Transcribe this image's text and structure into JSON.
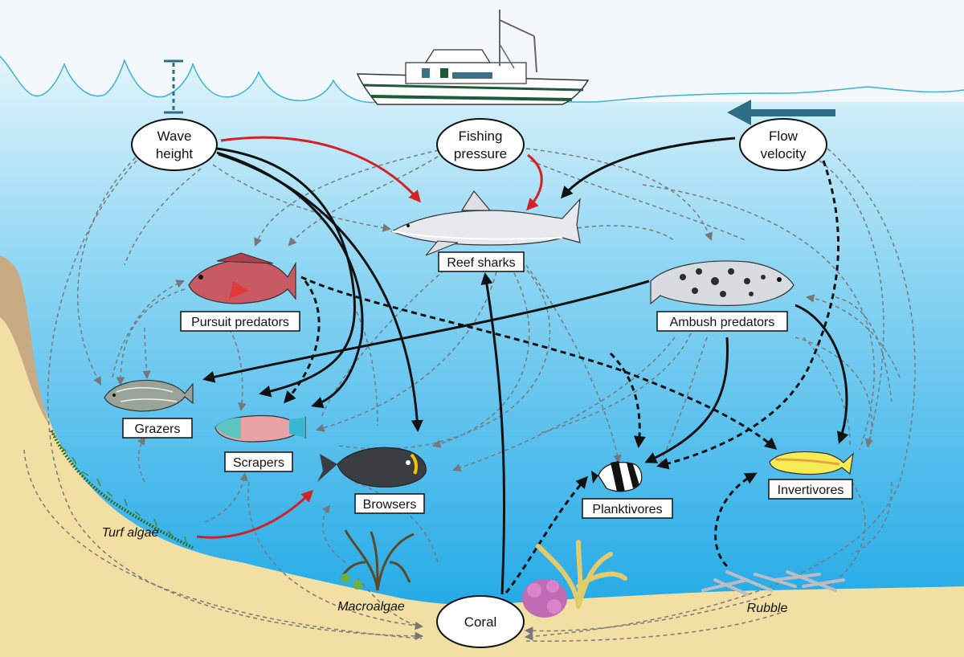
{
  "drivers": {
    "wave_height": [
      "Wave",
      "height"
    ],
    "fishing_pressure": [
      "Fishing",
      "pressure"
    ],
    "flow_velocity": [
      "Flow",
      "velocity"
    ]
  },
  "groups": {
    "reef_sharks": "Reef sharks",
    "pursuit_predators": "Pursuit predators",
    "ambush_predators": "Ambush predators",
    "grazers": "Grazers",
    "scrapers": "Scrapers",
    "browsers": "Browsers",
    "planktivores": "Planktivores",
    "invertivores": "Invertivores",
    "coral": "Coral"
  },
  "habitats": {
    "turf_algae": "Turf algae",
    "macroalgae": "Macroalgae",
    "rubble": "Rubble"
  },
  "colors": {
    "sky": "#f2f8fc",
    "water_top": "#d8f0fb",
    "water_bottom": "#16a6e6",
    "sand": "#f2dfa3",
    "cliff": "#c8ab85",
    "wave_line": "#3bb3d3",
    "strong_link": "#111111",
    "weak_link": "#7a7a7a",
    "red_link": "#d42027",
    "flow_arrow": "#2e6f86"
  }
}
